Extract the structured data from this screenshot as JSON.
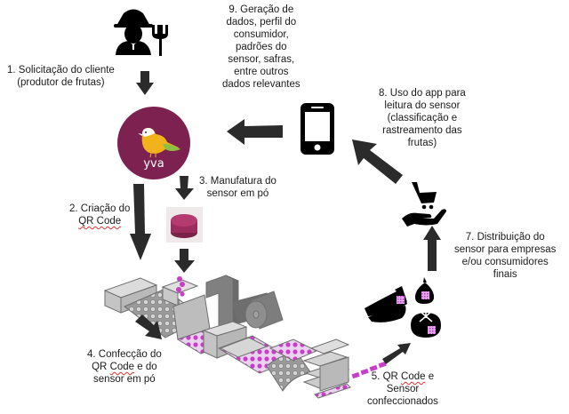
{
  "diagram": {
    "title": "",
    "logo": {
      "text": "yva",
      "circle_color": "#7d2150",
      "bird_body_color": "#f2b21c",
      "bird_wing_color": "#8dbf42"
    },
    "accent_color": "#c63fc6",
    "steps": [
      {
        "id": 1,
        "lines": [
          "1. Solicitação do cliente",
          "(produtor de frutas)"
        ]
      },
      {
        "id": 2,
        "lines": [
          "2. Criação do",
          "QR Code"
        ]
      },
      {
        "id": 3,
        "lines": [
          "3. Manufatura do",
          "sensor em pó"
        ]
      },
      {
        "id": 4,
        "lines": [
          "4. Confecção do",
          "QR Code e do",
          "sensor em pó"
        ]
      },
      {
        "id": 5,
        "lines": [
          "5. QR Code e",
          "Sensor",
          "confeccionados"
        ]
      },
      {
        "id": 7,
        "lines": [
          "7. Distribuição do",
          "sensor para empresas",
          "e/ou consumidores",
          "finais"
        ]
      },
      {
        "id": 8,
        "lines": [
          "8. Uso do app para",
          "leitura do sensor",
          "(classificação e",
          "rastreamento das",
          "frutas)"
        ]
      },
      {
        "id": 9,
        "lines": [
          "9. Geração de",
          "dados, perfil do",
          "consumidor,",
          "padrões do",
          "sensor, safras,",
          "entre outros",
          "dados relevantes"
        ]
      }
    ],
    "nodes": [
      {
        "name": "farmer",
        "icon": "farmer-icon"
      },
      {
        "name": "yva-logo",
        "icon": "bird-logo"
      },
      {
        "name": "sensor-powder",
        "icon": "sensor-powder-photo"
      },
      {
        "name": "production-line",
        "icon": "factory-conveyor"
      },
      {
        "name": "fruits",
        "icon": "fruits-with-qr-icon"
      },
      {
        "name": "distribution",
        "icon": "hand-cart-icon"
      },
      {
        "name": "smartphone",
        "icon": "smartphone-icon"
      }
    ]
  }
}
